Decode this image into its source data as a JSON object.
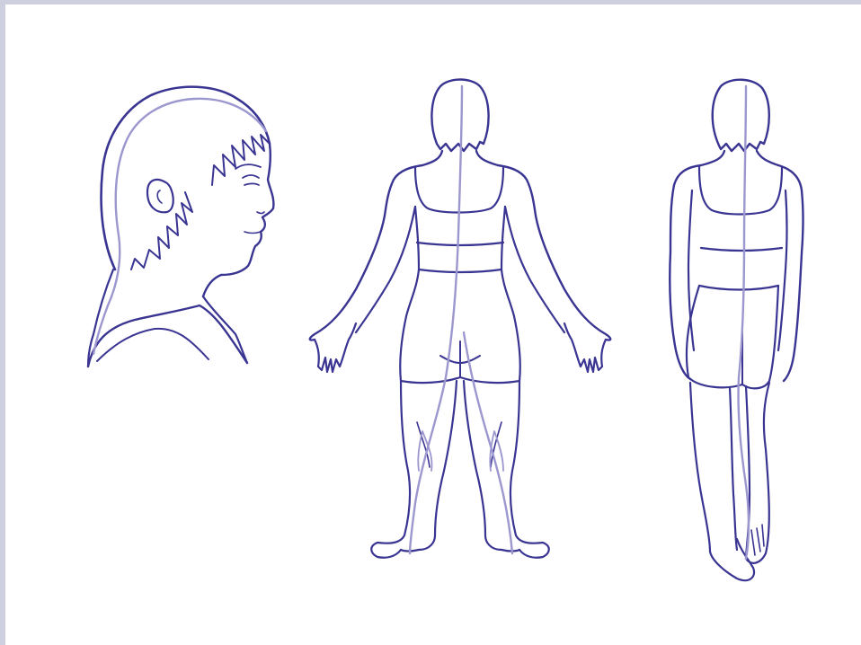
{
  "figure": {
    "views": [
      "head-side-view",
      "body-back-view",
      "body-three-quarter-back-view"
    ],
    "colors": {
      "outline": "#3a3592",
      "meridian": "#9c97cf",
      "frame": "#cfd0df",
      "background": "#ffffff"
    }
  }
}
